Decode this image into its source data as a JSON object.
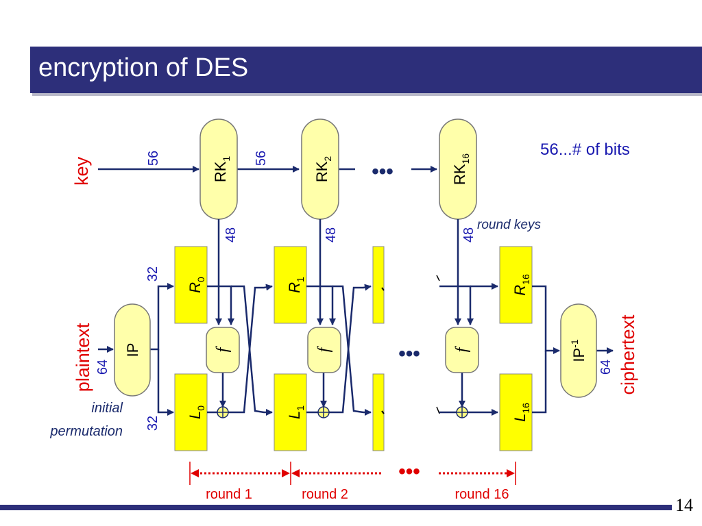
{
  "title": "encryption of DES",
  "page_number": "14",
  "note": "56...# of bits",
  "inputs": {
    "key": "key",
    "plaintext": "plaintext"
  },
  "outputs": {
    "ciphertext": "ciphertext"
  },
  "boxes": {
    "ip": "IP",
    "ip_inv_base": "IP",
    "ip_inv_sup": "-1",
    "f": "f",
    "round_key_base": "RK",
    "rk1_sub": "1",
    "rk2_sub": "2",
    "rk16_sub": "16",
    "r_base": "R",
    "l_base": "L",
    "r0_sub": "0",
    "r1_sub": "1",
    "r16_sub": "16",
    "l0_sub": "0",
    "l1_sub": "1",
    "l16_sub": "16"
  },
  "bit_widths": {
    "key_in": "56",
    "key_between": "56",
    "round_key": "48",
    "half_block": "32",
    "block_in": "64",
    "block_out": "64"
  },
  "annotations": {
    "round_keys": "round keys",
    "initial": "initial",
    "permutation": "permutation",
    "ellipsis": "•••"
  },
  "rounds": [
    "round 1",
    "round 2",
    "round 16"
  ],
  "colors": {
    "title_bar": "#2d2f7a",
    "box_yellow": "#ffff00",
    "pill_fill": "#ffffaa",
    "arrow": "#1a2a6c",
    "bit_label": "#1a1ab0",
    "io_label": "#e00000",
    "round_marker": "#e00000"
  }
}
